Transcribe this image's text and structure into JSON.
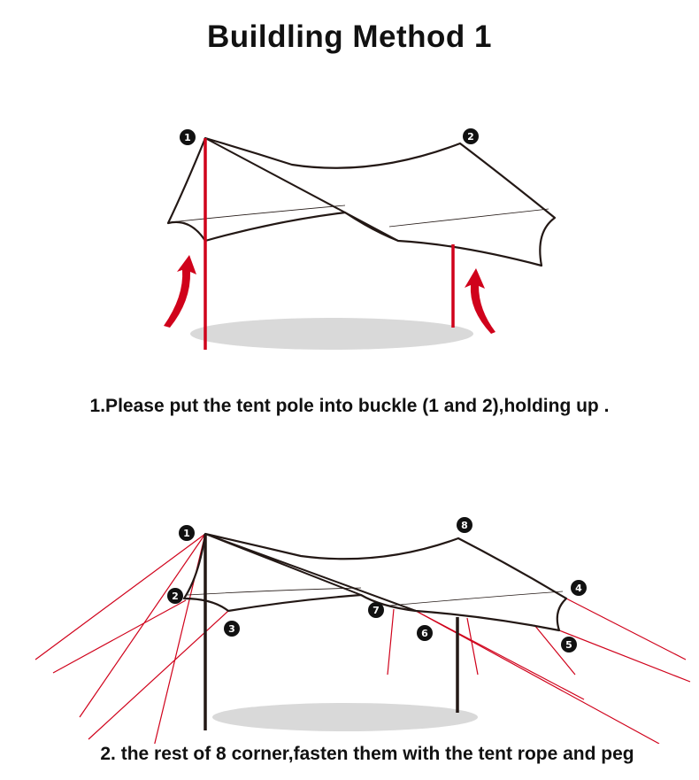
{
  "title": "Buildling Method 1",
  "step1": {
    "caption": "1.Please  put the tent pole into buckle (1 and  2),holding up .",
    "badges": [
      "1",
      "2"
    ]
  },
  "step2": {
    "caption": "2. the rest of  8 corner,fasten them with the tent rope and peg",
    "badges": [
      "1",
      "2",
      "3",
      "4",
      "5",
      "6",
      "7",
      "8"
    ]
  },
  "colors": {
    "pole": "#d0021b",
    "rope": "#d0021b",
    "outline": "#231815",
    "shadow": "#d9d9d9",
    "badge": "#111111"
  }
}
